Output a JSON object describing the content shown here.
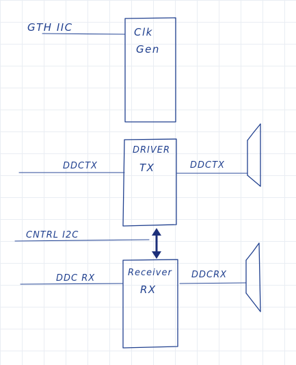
{
  "signals": {
    "gth_iic": "GTH IIC",
    "ddc_tx_in": "DDCTX",
    "ddc_tx_out": "DDCTX",
    "cntrl_i2c": "CNTRL I2C",
    "ddc_rx_in": "DDC RX",
    "ddc_rx_out": "DDCRX"
  },
  "blocks": {
    "clk_gen": {
      "line1": "Clk",
      "line2": "Gen"
    },
    "driver_tx": {
      "line1": "DRIVER",
      "line2": "TX"
    },
    "receiver_rx": {
      "line1": "Receiver",
      "line2": "RX"
    }
  },
  "colors": {
    "ink": "#1f3f8e",
    "arrow": "#1c2f7a",
    "grid": "#e9edf3",
    "background": "#ffffff"
  },
  "icons": {
    "tx_connector": "connector-icon",
    "rx_connector": "connector-icon",
    "bidirectional_arrow": "double-arrow-icon"
  }
}
